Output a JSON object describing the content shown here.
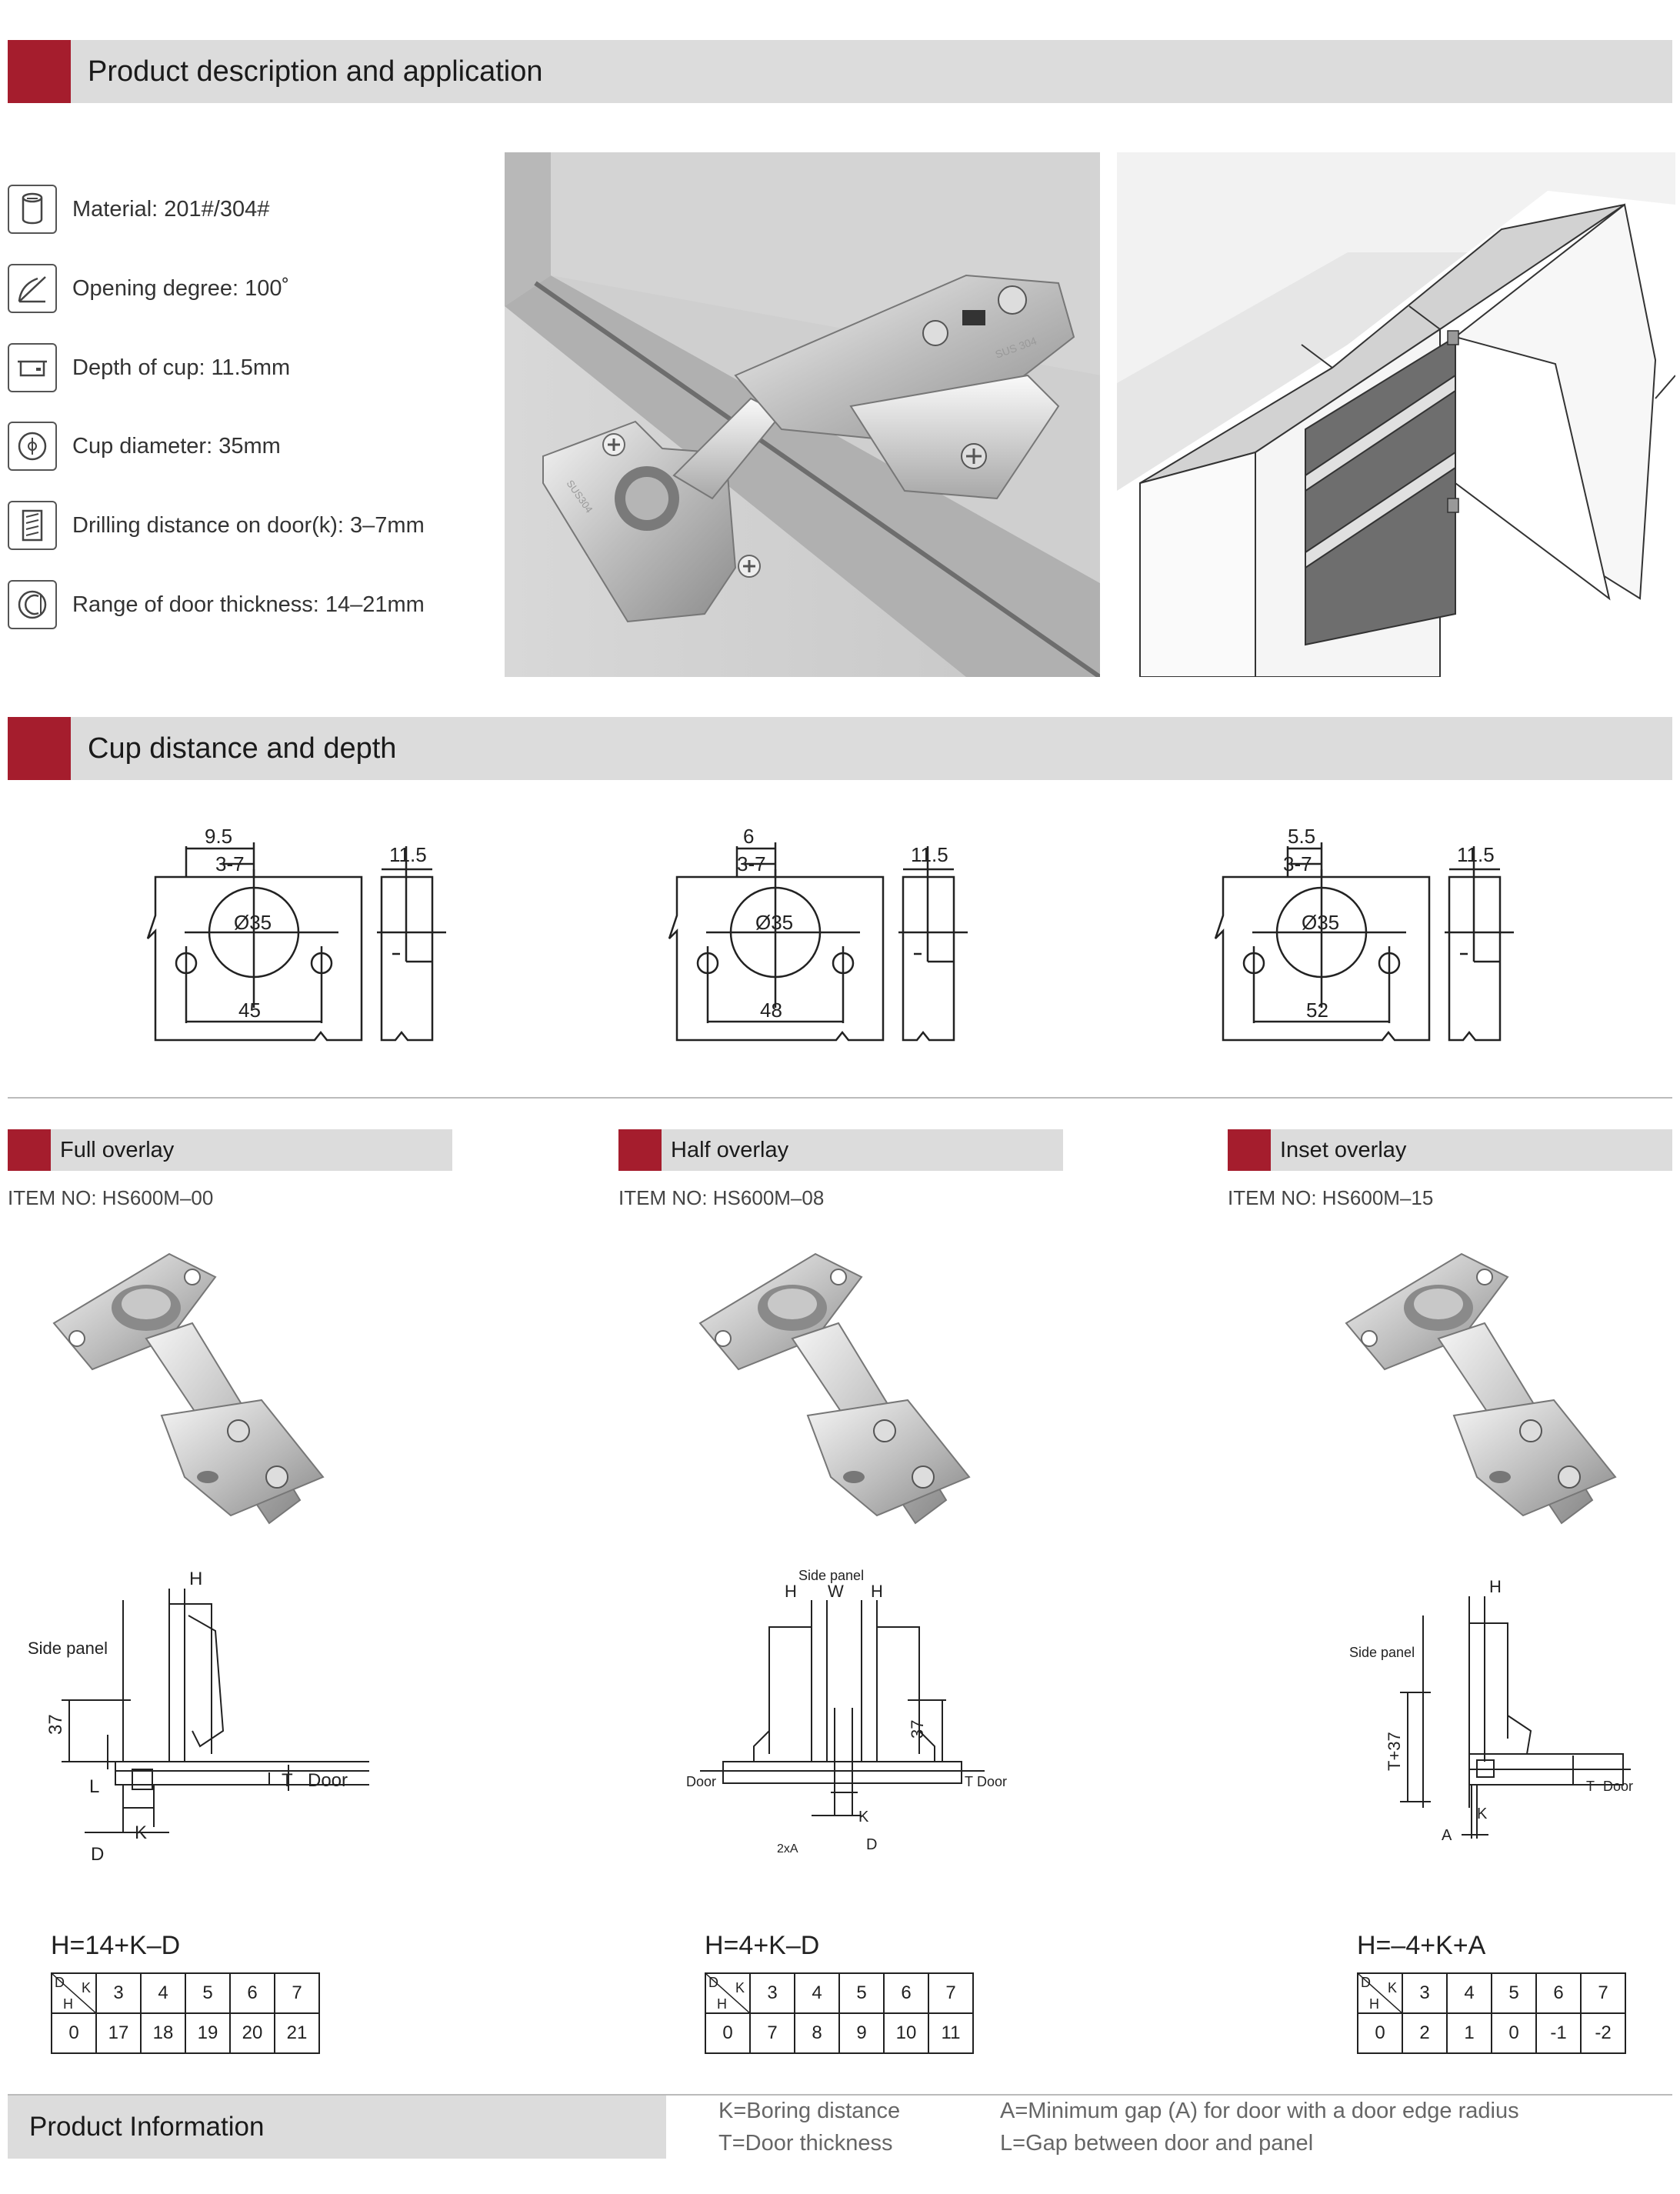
{
  "section1": {
    "title": "Product description and application"
  },
  "specs": [
    {
      "label": "Material: 201#/304#",
      "icon": "material-icon"
    },
    {
      "label": "Opening degree: 100˚",
      "icon": "opening-angle-icon"
    },
    {
      "label": "Depth of cup: 11.5mm",
      "icon": "cup-depth-icon"
    },
    {
      "label": "Cup diameter: 35mm",
      "icon": "cup-diameter-icon"
    },
    {
      "label": "Drilling distance on door(k): 3–7mm",
      "icon": "drilling-distance-icon"
    },
    {
      "label": "Range of door thickness: 14–21mm",
      "icon": "door-thickness-icon"
    }
  ],
  "photo": {
    "stamp_cup": "SUS304",
    "stamp_arm": "SUS 304"
  },
  "section2": {
    "title": "Cup distance and depth"
  },
  "cup_diagrams": [
    {
      "offset": "9.5",
      "k": "3-7",
      "dia": "Ø35",
      "spacing": "45",
      "depth": "11.5"
    },
    {
      "offset": "6",
      "k": "3-7",
      "dia": "Ø35",
      "spacing": "48",
      "depth": "11.5"
    },
    {
      "offset": "5.5",
      "k": "3-7",
      "dia": "Ø35",
      "spacing": "52",
      "depth": "11.5"
    }
  ],
  "overlays": [
    {
      "title": "Full overlay",
      "item": "ITEM NO: HS600M–00",
      "formula": "H=14+K–D",
      "labels": {
        "h": "H",
        "side": "Side panel",
        "dim": "37",
        "l": "L",
        "t": "T",
        "door": "Door",
        "k": "K",
        "d": "D"
      },
      "table": {
        "d": "D",
        "k": "K",
        "h": "H",
        "kvals": [
          "3",
          "4",
          "5",
          "6",
          "7"
        ],
        "dval": "0",
        "hvals": [
          "17",
          "18",
          "19",
          "20",
          "21"
        ]
      }
    },
    {
      "title": "Half overlay",
      "item": "ITEM NO: HS600M–08",
      "formula": "H=4+K–D",
      "labels": {
        "side": "Side panel",
        "h": "H",
        "w": "W",
        "dim": "37",
        "door_l": "Door",
        "door": "Door",
        "t": "T",
        "k": "K",
        "d": "D",
        "a": "2xA"
      },
      "table": {
        "d": "D",
        "k": "K",
        "h": "H",
        "kvals": [
          "3",
          "4",
          "5",
          "6",
          "7"
        ],
        "dval": "0",
        "hvals": [
          "7",
          "8",
          "9",
          "10",
          "11"
        ]
      }
    },
    {
      "title": "Inset overlay",
      "item": "ITEM NO: HS600M–15",
      "formula": "H=–4+K+A",
      "labels": {
        "h": "H",
        "side": "Side panel",
        "dim": "T+37",
        "t": "T",
        "door": "Door",
        "k": "K",
        "a": "A"
      },
      "table": {
        "d": "D",
        "k": "K",
        "h": "H",
        "kvals": [
          "3",
          "4",
          "5",
          "6",
          "7"
        ],
        "dval": "0",
        "hvals": [
          "2",
          "1",
          "0",
          "-1",
          "-2"
        ]
      }
    }
  ],
  "footer": {
    "title": "Product Information",
    "notes": [
      "K=Boring distance",
      "T=Door thickness",
      "A=Minimum gap (A) for door with a door edge radius",
      "L=Gap between door and panel"
    ]
  },
  "colors": {
    "accent": "#a51d2d",
    "bar": "#dcdcdc"
  }
}
